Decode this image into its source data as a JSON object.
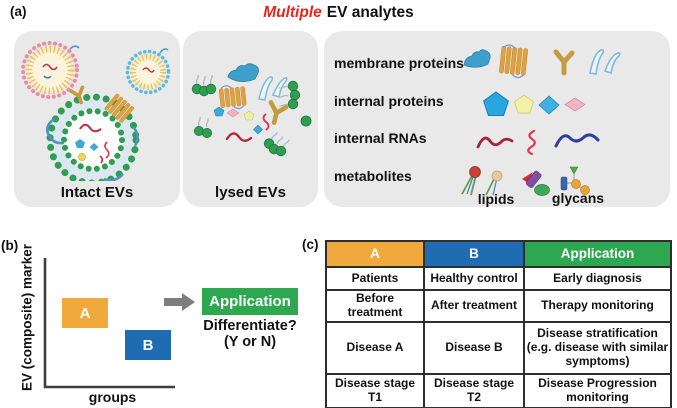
{
  "panel_a": {
    "label": "(a)",
    "title": {
      "emphasis": "Multiple",
      "text": "EV analytes"
    },
    "intact_box": {
      "caption": "Intact EVs",
      "illustration": "intact-evs-illustration"
    },
    "lysed_box": {
      "caption": "lysed EVs",
      "illustration": "lysed-evs-illustration"
    },
    "analytes_box": {
      "rows": [
        {
          "label": "membrane proteins",
          "icons": [
            "membrane-protein-blob-icon",
            "barrel-protein-icon",
            "antibody-y-icon",
            "ribbon-protein-icon"
          ]
        },
        {
          "label": "internal proteins",
          "icons": [
            "pentagon-protein-blue-icon",
            "pentagon-protein-yellow-icon",
            "diamond-protein-blue-icon",
            "diamond-protein-pink-icon"
          ]
        },
        {
          "label": "internal RNAs",
          "icons": [
            "rna-wave-darkred-icon",
            "rna-zigzag-red-icon",
            "rna-wave-navy-icon"
          ]
        },
        {
          "label": "metabolites",
          "icons": [
            "lipid-red-icon",
            "lipid-tan-icon",
            "glycan-cluster1-icon",
            "glycan-cluster2-icon"
          ]
        }
      ],
      "sublabels": {
        "lipids": "lipids",
        "glycans": "glycans"
      }
    }
  },
  "panel_b": {
    "label": "(b)",
    "y_axis_label": "EV (composite) marker",
    "x_axis_label": "groups",
    "group_a": {
      "label": "A",
      "color": "#F0A93C"
    },
    "group_b": {
      "label": "B",
      "color": "#1F6CB2"
    },
    "application": {
      "label": "Application",
      "color": "#2EA751"
    },
    "question_line1": "Differentiate?",
    "question_line2": "(Y or N)"
  },
  "panel_c": {
    "label": "(c)",
    "table": {
      "headers": [
        {
          "label": "A",
          "color": "#F0A93C"
        },
        {
          "label": "B",
          "color": "#1F6CB2"
        },
        {
          "label": "Application",
          "color": "#2EA751"
        }
      ],
      "rows": [
        [
          "Patients",
          "Healthy control",
          "Early diagnosis"
        ],
        [
          "Before treatment",
          "After treatment",
          "Therapy monitoring"
        ],
        [
          "Disease A",
          "Disease B",
          "Disease stratification (e.g. disease with similar symptoms)"
        ],
        [
          "Disease stage T1",
          "Disease stage T2",
          "Disease Progression monitoring"
        ]
      ]
    }
  },
  "colors": {
    "title_emphasis": "#EB241E",
    "panel_background": "#E9E9E9",
    "arrow": "#7E7E7E",
    "axis": "#3E3E3E",
    "table_border": "#2E2E2E"
  }
}
